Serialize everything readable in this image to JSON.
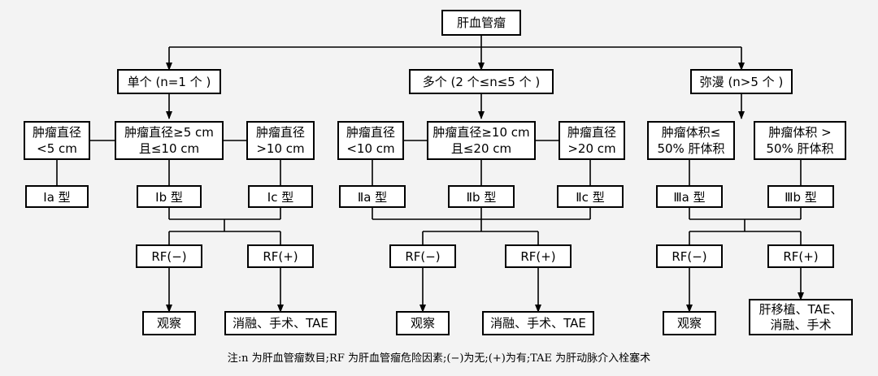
{
  "diagram": {
    "nodes": {
      "root": "肝血管瘤",
      "single": "单个 (n=1 个 )",
      "multiple": "多个 (2 个≤n≤5 个 )",
      "diffuse": "弥漫 (n>5 个 )",
      "s_small": [
        "肿瘤直径",
        "<5 cm"
      ],
      "s_mid": [
        "肿瘤直径≥5 cm",
        "且≤10 cm"
      ],
      "s_large": [
        "肿瘤直径",
        ">10 cm"
      ],
      "m_small": [
        "肿瘤直径",
        "<10 cm"
      ],
      "m_mid": [
        "肿瘤直径≥10 cm",
        "且≤20 cm"
      ],
      "m_large": [
        "肿瘤直径",
        ">20 cm"
      ],
      "d_small": [
        "肿瘤体积≤",
        "50% 肝体积"
      ],
      "d_large": [
        "肿瘤体积 >",
        "50% 肝体积"
      ],
      "t_1a": "Ⅰa 型",
      "t_1b": "Ⅰb 型",
      "t_1c": "Ⅰc 型",
      "t_2a": "Ⅱa 型",
      "t_2b": "Ⅱb 型",
      "t_2c": "Ⅱc 型",
      "t_3a": "Ⅲa 型",
      "t_3b": "Ⅲb 型",
      "rf_neg": "RF(−)",
      "rf_pos": "RF(+)",
      "observe": "观察",
      "treat": "消融、手术、TAE",
      "treat3": [
        "肝移植、TAE、",
        "消融、手术"
      ]
    },
    "note": "注:n 为肝血管瘤数目;RF 为肝血管瘤危险因素;(−)为无;(+)为有;TAE 为肝动脉介入栓塞术"
  }
}
